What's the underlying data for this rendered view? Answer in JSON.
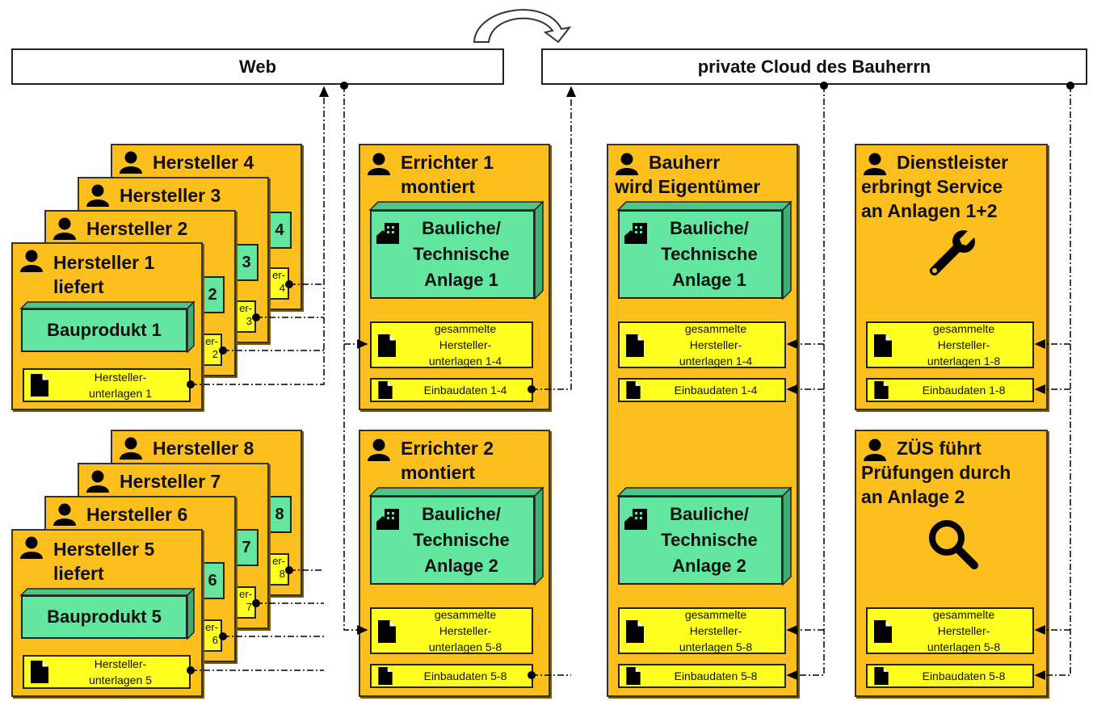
{
  "colors": {
    "card": "#fdbf1e",
    "green": "#62e6a0",
    "yellow": "#ffff22"
  },
  "web": {
    "label": "Web"
  },
  "cloud": {
    "label": "private Cloud des Bauherrn"
  },
  "hersteller_top": {
    "h4": "Hersteller 4",
    "h3": "Hersteller 3",
    "h2": "Hersteller 2",
    "h1_line1": "Hersteller 1",
    "h1_line2": "liefert",
    "produkt": "Bauprodukt 1",
    "doc": "Hersteller-\nunterlagen  1",
    "n4": "4",
    "n3": "3",
    "n2": "2",
    "t4": "er-\n4",
    "t3": "er-\n3",
    "t2": "er-\n2"
  },
  "hersteller_bottom": {
    "h8": "Hersteller 8",
    "h7": "Hersteller 7",
    "h6": "Hersteller 6",
    "h5_line1": "Hersteller 5",
    "h5_line2": "liefert",
    "produkt": "Bauprodukt 5",
    "doc": "Hersteller-\nunterlagen  5",
    "n8": "8",
    "n7": "7",
    "n6": "6",
    "t8": "er-\n8",
    "t7": "er-\n7",
    "t6": "er-\n6"
  },
  "errichter1": {
    "line1": "Errichter 1",
    "line2": "montiert",
    "anlage": "Bauliche/\nTechnische\nAnlage 1",
    "docs": "gesammelte\nHersteller-\nunterlagen  1-4",
    "einbau": "Einbaudaten  1-4"
  },
  "errichter2": {
    "line1": "Errichter 2",
    "line2": "montiert",
    "anlage": "Bauliche/\nTechnische\nAnlage 2",
    "docs": "gesammelte\nHersteller-\nunterlagen  5-8",
    "einbau": "Einbaudaten  5-8"
  },
  "bauherr": {
    "line1": "Bauherr",
    "line2": "wird Eigentümer",
    "anlage1": "Bauliche/\nTechnische\nAnlage 1",
    "docs1": "gesammelte\nHersteller-\nunterlagen  1-4",
    "einbau1": "Einbaudaten  1-4",
    "anlage2": "Bauliche/\nTechnische\nAnlage 2",
    "docs2": "gesammelte\nHersteller-\nunterlagen  5-8",
    "einbau2": "Einbaudaten  5-8"
  },
  "dienstleister": {
    "line1": "Dienstleister",
    "line2": "erbringt Service",
    "line3": "an Anlagen 1+2",
    "icon": "wrench-icon",
    "docs": "gesammelte\nHersteller-\nunterlagen  1-8",
    "einbau": "Einbaudaten  1-8"
  },
  "zues": {
    "line1": "ZÜS führt",
    "line2": "Prüfungen durch",
    "line3": "an Anlage 2",
    "icon": "magnifier-icon",
    "docs": "gesammelte\nHersteller-\nunterlagen  5-8",
    "einbau": "Einbaudaten  5-8"
  }
}
